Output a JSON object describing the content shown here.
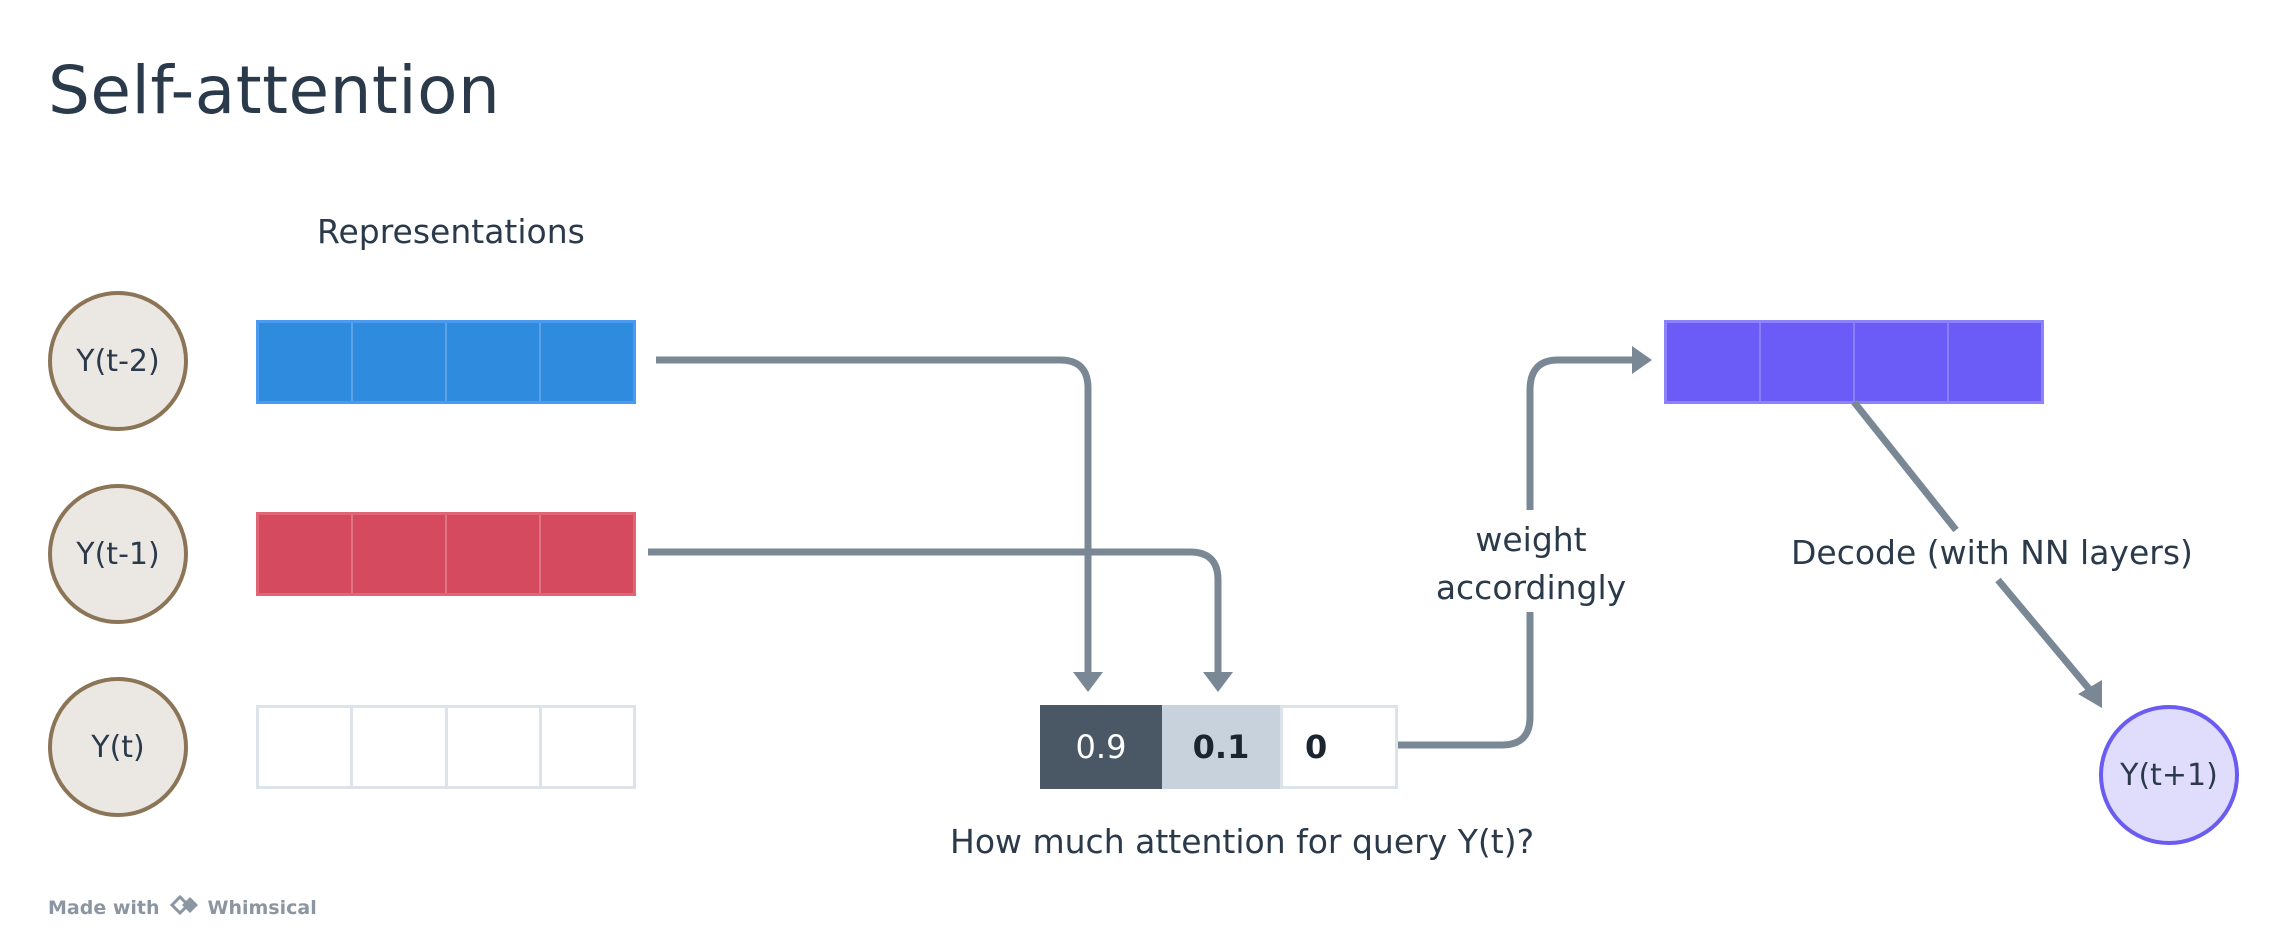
{
  "title": "Self-attention",
  "representations_label": "Representations",
  "nodes": {
    "y_t_minus_2": "Y(t-2)",
    "y_t_minus_1": "Y(t-1)",
    "y_t": "Y(t)",
    "y_t_plus_1": "Y(t+1)"
  },
  "attention_weights": [
    "0.9",
    "0.1",
    "0"
  ],
  "attention_question": "How much attention for query Y(t)?",
  "weight_label_line1": "weight",
  "weight_label_line2": "accordingly",
  "decode_label": "Decode (with NN layers)",
  "footer": {
    "made_with": "Made with",
    "brand": "Whimsical"
  },
  "colors": {
    "blue": "#2e8bdd",
    "red": "#d64a60",
    "purple": "#6b5cf7",
    "arrow": "#7a8896",
    "node_border": "#8c7556",
    "output_border": "#6a5cf0"
  },
  "icons": [
    "arrow-down-icon",
    "arrow-right-icon",
    "whimsical-logo-icon"
  ]
}
